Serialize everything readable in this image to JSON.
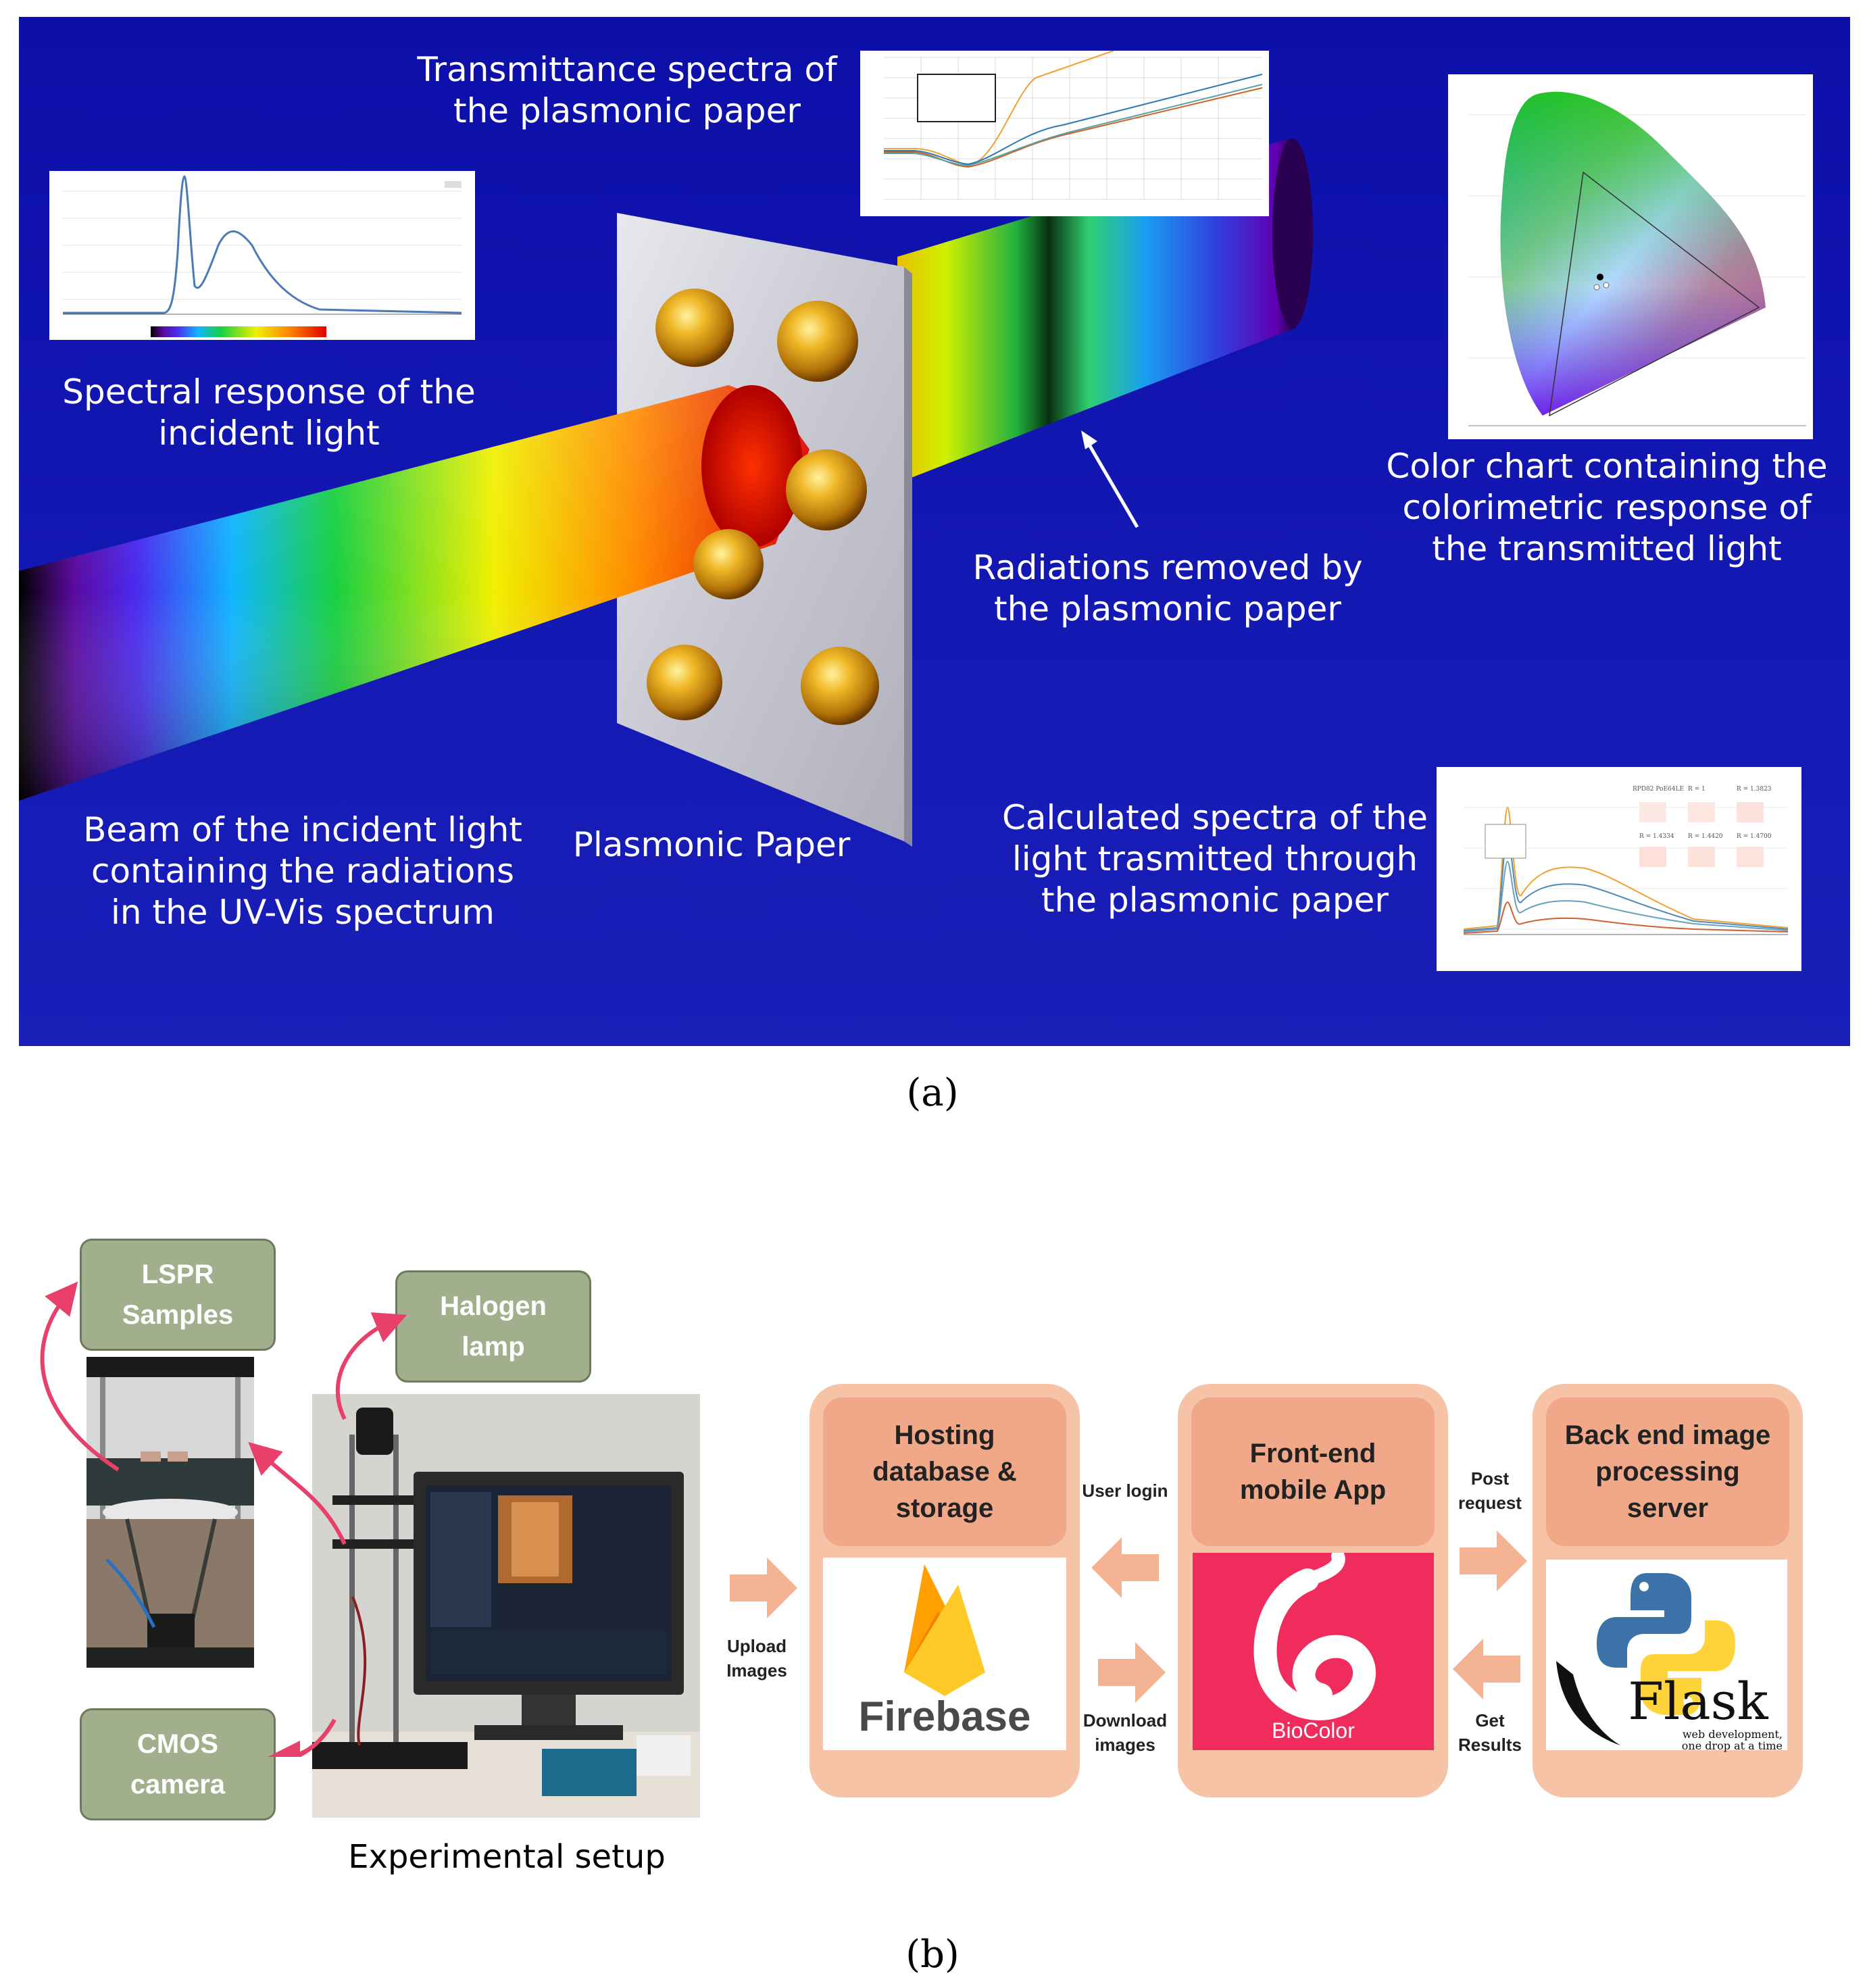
{
  "panel_a": {
    "labels": {
      "transmittance": "Transmittance spectra of\nthe plasmonic paper",
      "spectral": "Spectral response of the\nincident light",
      "colorchart": "Color chart containing the\ncolorimetric response of\nthe transmitted light",
      "radiations": "Radiations removed by\nthe plasmonic paper",
      "beam": "Beam of the incident light\ncontaining the radiations\nin the UV-Vis spectrum",
      "paper": "Plasmonic Paper",
      "calculated": "Calculated spectra of the\nlight trasmitted through\nthe plasmonic paper"
    },
    "calc_inset_labels": [
      "R = 1",
      "R = 1.3823",
      "R = 1.4334",
      "R = 1.4420",
      "R = 1.4700"
    ],
    "colors": {
      "background": "#1216b0",
      "gold": "#e0a521"
    }
  },
  "caption_a": "(a)",
  "panel_b": {
    "boxes": {
      "lspr": "LSPR\nSamples",
      "halogen": "Halogen\nlamp",
      "cmos": "CMOS\ncamera"
    },
    "setup_label": "Experimental setup",
    "flow": {
      "upload": "Upload\nImages",
      "hosting": "Hosting\ndatabase &\nstorage",
      "firebase": "Firebase",
      "user_login": "User login",
      "download": "Download\nimages",
      "frontend": "Front-end\nmobile App",
      "biocolor": "BioColor",
      "post": "Post\nrequest",
      "get": "Get\nResults",
      "backend": "Back end image\nprocessing\nserver",
      "flask": "Flask",
      "flask_tag": "web development,\none drop at a time"
    },
    "colors": {
      "box_green": "#a2af8c",
      "salmon": "#f6c3a6",
      "arrow": "#f4b393",
      "pink_arrow": "#e8406a"
    }
  },
  "caption_b": "(b)"
}
